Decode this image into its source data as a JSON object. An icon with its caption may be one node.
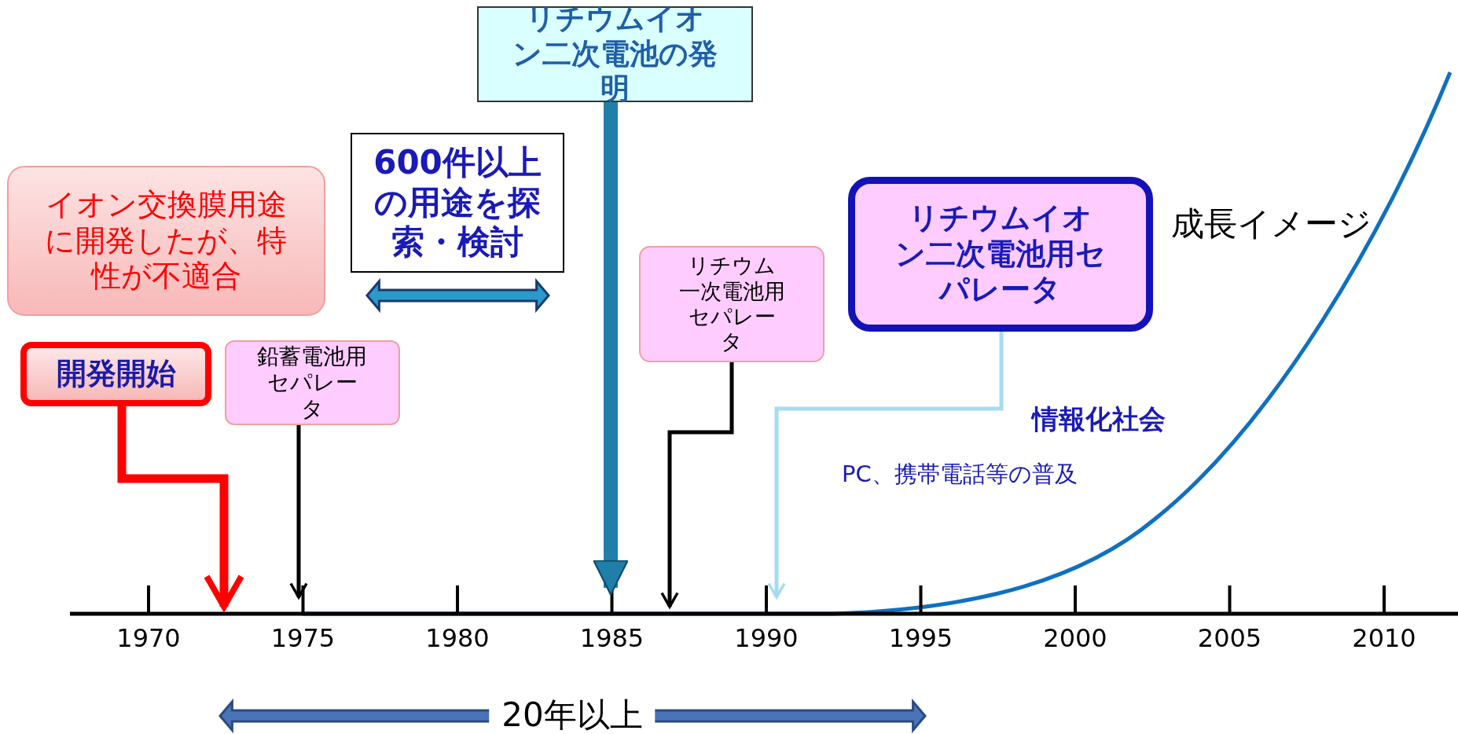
{
  "diagram": {
    "nodes": [
      {
        "text": [
          "イオン交換膜用途に開発したが、特性が不適合"
        ]
      },
      {
        "text": [
          "開発開始"
        ]
      },
      {
        "text": [
          "鉛蓄電池用セパレータ"
        ]
      },
      {
        "text": [
          "600件以上の用途を探索・検討"
        ]
      },
      {
        "text": [
          "リチウムイオン二次電池の発明"
        ]
      },
      {
        "text": [
          "リチウム一次電池用セパレータ"
        ]
      },
      {
        "text": [
          "リチウムイオン二次電池用セパレータ"
        ]
      }
    ],
    "edges": [
      {
        "from": 1,
        "to": null,
        "arrow": "to",
        "color": "#ff0000",
        "style": "thick"
      },
      {
        "from": 2,
        "to": null,
        "arrow": "to"
      },
      {
        "from": 4,
        "to": null,
        "arrow": "to",
        "color": "#1f7fa8",
        "style": "thick"
      },
      {
        "from": 5,
        "to": null,
        "arrow": "to"
      },
      {
        "from": 6,
        "to": null,
        "arrow": "to",
        "color": "#a6dcf2"
      }
    ],
    "labels": [
      "成長イメージ",
      "情報化社会",
      "PC、携帯電話等の普及",
      "1970",
      "1975",
      "1980",
      "1985",
      "1990",
      "1995",
      "2000",
      "2005",
      "2010",
      "20年以上"
    ]
  }
}
